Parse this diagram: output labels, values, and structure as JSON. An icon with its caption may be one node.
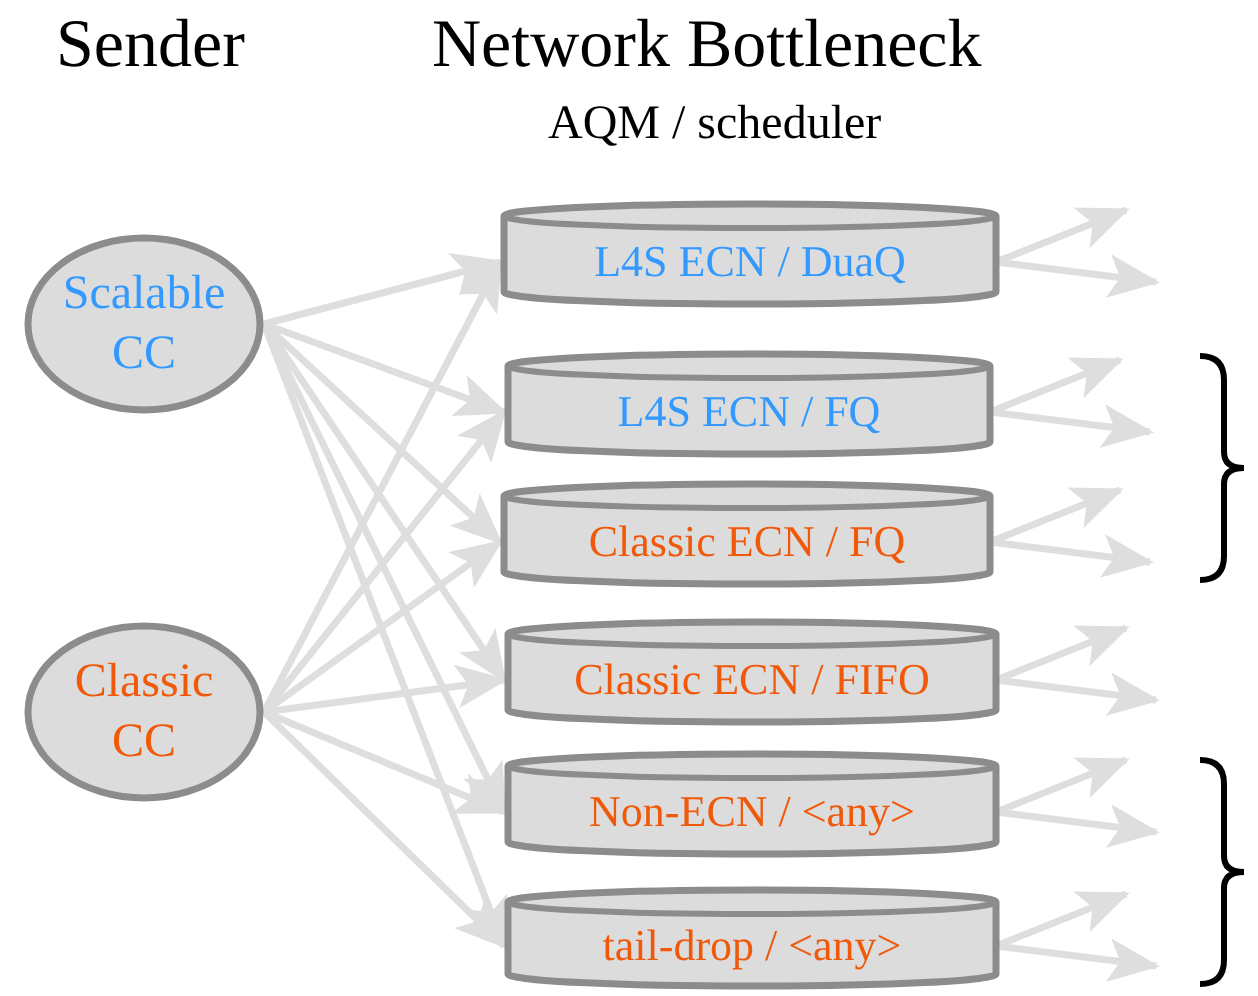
{
  "diagram": {
    "nodes": [
      {
        "text": [
          "Scalable CC"
        ]
      },
      {
        "text": [
          "Classic CC"
        ]
      },
      {
        "text": [
          "L4S ECN / DuaQ"
        ]
      },
      {
        "text": [
          "L4S ECN / FQ"
        ]
      },
      {
        "text": [
          "Classic ECN / FQ"
        ]
      },
      {
        "text": [
          "Classic ECN / FIFO"
        ]
      },
      {
        "text": [
          "Non-ECN / <any>"
        ]
      },
      {
        "text": [
          "tail-drop / <any>"
        ]
      }
    ],
    "edges": [
      {
        "from": 0,
        "to": 2,
        "arrow": "to"
      },
      {
        "from": 0,
        "to": 3,
        "arrow": "to"
      },
      {
        "from": 0,
        "to": 4,
        "arrow": "to"
      },
      {
        "from": 0,
        "to": 5,
        "arrow": "to"
      },
      {
        "from": 0,
        "to": 6,
        "arrow": "to"
      },
      {
        "from": 0,
        "to": 7,
        "arrow": "to"
      },
      {
        "from": 1,
        "to": 2,
        "arrow": "to"
      },
      {
        "from": 1,
        "to": 3,
        "arrow": "to"
      },
      {
        "from": 1,
        "to": 4,
        "arrow": "to"
      },
      {
        "from": 1,
        "to": 5,
        "arrow": "to"
      },
      {
        "from": 1,
        "to": 6,
        "arrow": "to"
      },
      {
        "from": 1,
        "to": 7,
        "arrow": "to"
      },
      {
        "from": 2,
        "to": null,
        "arrow": "to"
      },
      {
        "from": 2,
        "to": null,
        "arrow": "to"
      },
      {
        "from": 3,
        "to": null,
        "arrow": "to"
      },
      {
        "from": 3,
        "to": null,
        "arrow": "to"
      },
      {
        "from": 4,
        "to": null,
        "arrow": "to"
      },
      {
        "from": 4,
        "to": null,
        "arrow": "to"
      },
      {
        "from": 5,
        "to": null,
        "arrow": "to"
      },
      {
        "from": 5,
        "to": null,
        "arrow": "to"
      },
      {
        "from": 6,
        "to": null,
        "arrow": "to"
      },
      {
        "from": 6,
        "to": null,
        "arrow": "to"
      },
      {
        "from": 7,
        "to": null,
        "arrow": "to"
      },
      {
        "from": 7,
        "to": null,
        "arrow": "to"
      }
    ],
    "labels": [
      "Sender",
      "Network Bottleneck",
      "AQM / scheduler"
    ]
  }
}
